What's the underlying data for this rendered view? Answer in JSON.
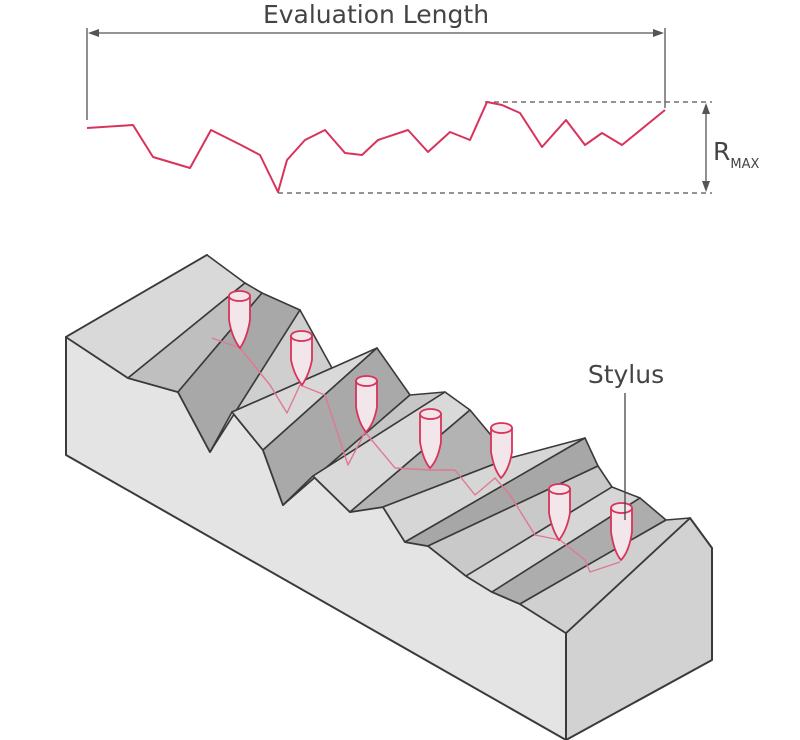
{
  "labels": {
    "evaluation_length": "Evaluation Length",
    "r_symbol": "R",
    "r_subscript": "MAX",
    "stylus": "Stylus"
  },
  "colors": {
    "profile": "#d8335a",
    "dimension": "#555555",
    "outline": "#3a3a3a",
    "block_front": "#e4e4e4",
    "block_side": "#d3d3d3",
    "facet_light": "#d9d9d9",
    "facet_dark": "#a6a6a6",
    "facet_mid": "#bdbdbd",
    "stylus_fill": "#f3e6ea"
  }
}
